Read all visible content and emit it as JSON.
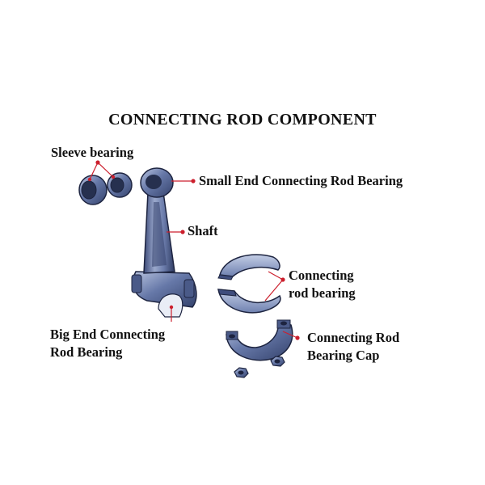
{
  "title": "CONNECTING ROD COMPONENT",
  "labels": {
    "sleeve_bearing": "Sleeve bearing",
    "small_end": "Small End Connecting Rod Bearing",
    "shaft": "Shaft",
    "conn_rod_bearing_line1": "Connecting",
    "conn_rod_bearing_line2": "rod bearing",
    "big_end_line1": "Big End Connecting",
    "big_end_line2": "Rod Bearing",
    "cap_line1": "Connecting Rod",
    "cap_line2": "Bearing Cap"
  },
  "colors": {
    "metal_fill": "#5d6f9e",
    "metal_light": "#aab7d6",
    "metal_dark": "#2b3758",
    "outline": "#1d2440",
    "leader": "#cc1f2d"
  }
}
